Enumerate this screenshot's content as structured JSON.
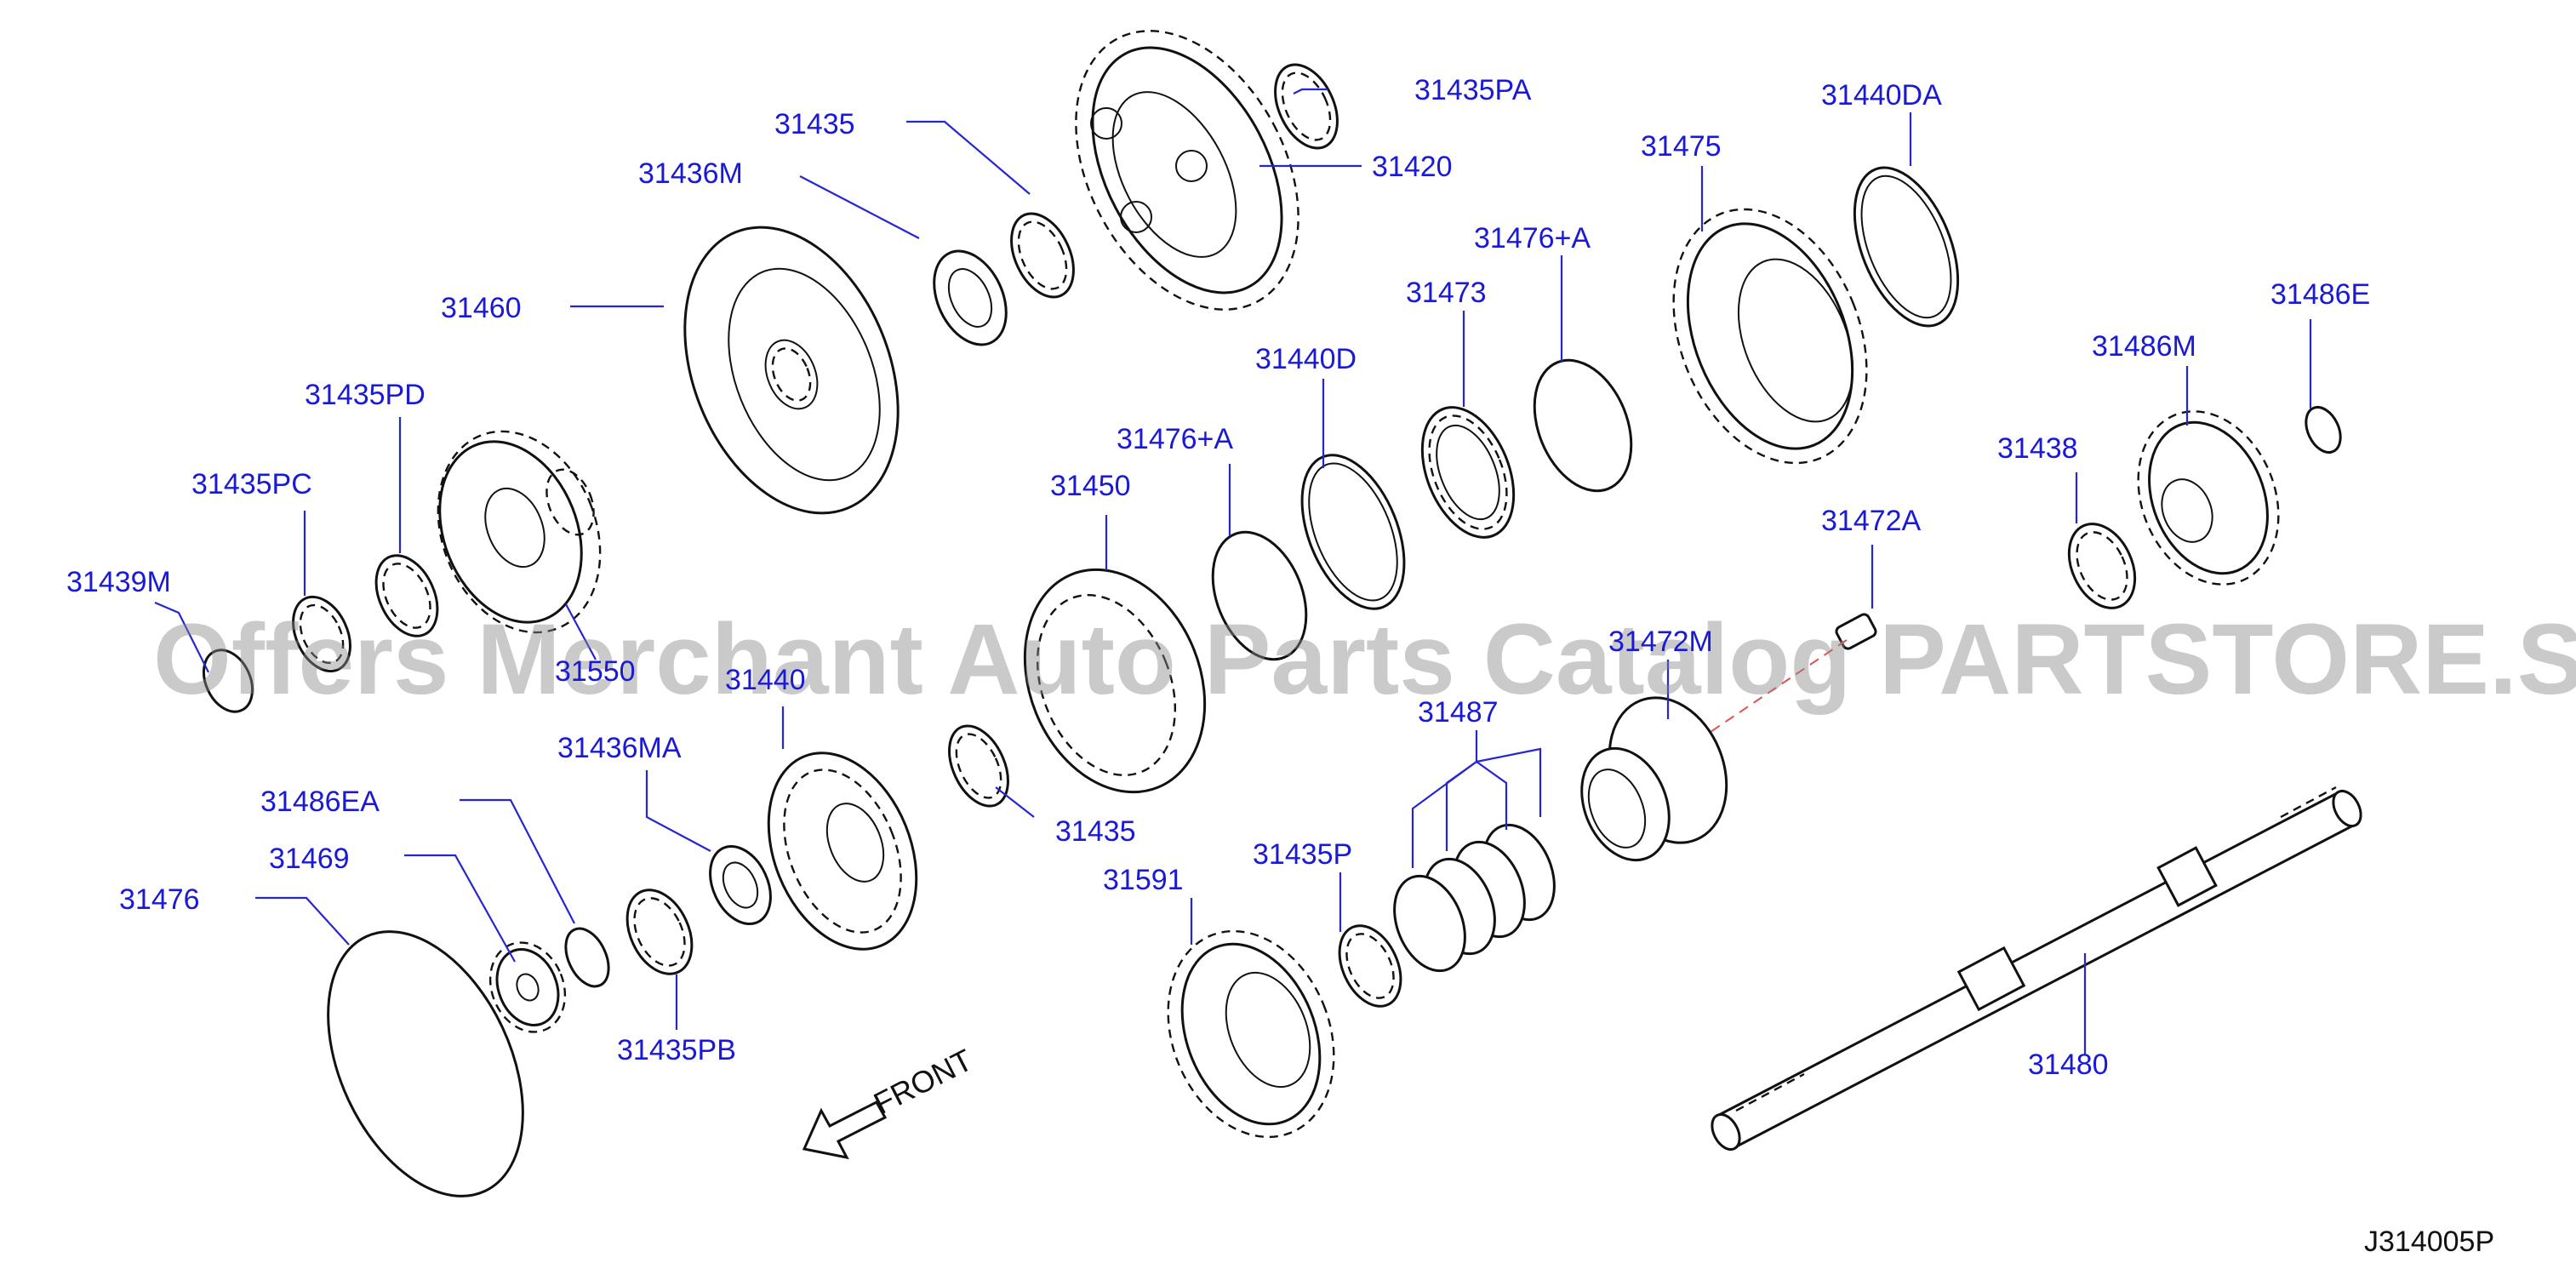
{
  "diagram": {
    "watermark": "Offers Merchant Auto Parts Catalog PARTSTORE.SA",
    "front_label": "FRONT",
    "diagram_code": "J314005P",
    "labels": {
      "l31435pa": "31435PA",
      "l31435_top": "31435",
      "l31420": "31420",
      "l31440da": "31440DA",
      "l31436m": "31436M",
      "l31475": "31475",
      "l31460": "31460",
      "l31476a_top": "31476+A",
      "l31473": "31473",
      "l31486e": "31486E",
      "l31435pd": "31435PD",
      "l31440d": "31440D",
      "l31486m": "31486M",
      "l31435pc": "31435PC",
      "l31476a_mid": "31476+A",
      "l31438": "31438",
      "l31450": "31450",
      "l31472a": "31472A",
      "l31439m": "31439M",
      "l31550": "31550",
      "l31440": "31440",
      "l31472m": "31472M",
      "l31487": "31487",
      "l31436ma": "31436MA",
      "l31435_mid": "31435",
      "l31486ea": "31486EA",
      "l31435p": "31435P",
      "l31469": "31469",
      "l31591": "31591",
      "l31476": "31476",
      "l31435pb": "31435PB",
      "l31480": "31480"
    }
  }
}
